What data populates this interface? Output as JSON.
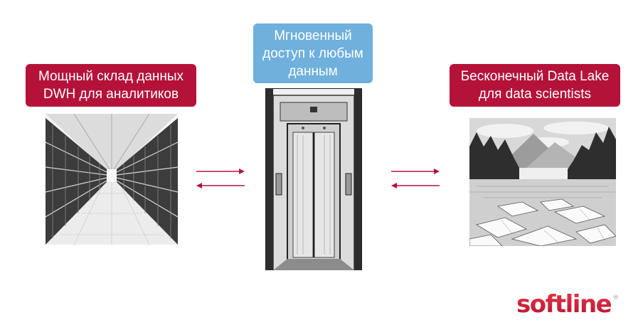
{
  "labels": {
    "warehouse": {
      "line1": "Мощный склад данных",
      "line2": "DWH для аналитиков"
    },
    "access": {
      "line1": "Мгновенный",
      "line2": "доступ к любым",
      "line3": "данным"
    },
    "lake": {
      "line1": "Бесконечный Data Lake",
      "line2": "для data scientists"
    }
  },
  "logo": {
    "text": "softline",
    "mark": "®"
  },
  "colors": {
    "label_red": "#b5123a",
    "label_blue": "#6fb0dd",
    "arrow": "#b5123a",
    "logo": "#d21f3c"
  },
  "icons": {
    "warehouse": "warehouse-shelves-illustration",
    "elevator": "elevator-illustration",
    "lake": "lake-with-books-illustration"
  }
}
